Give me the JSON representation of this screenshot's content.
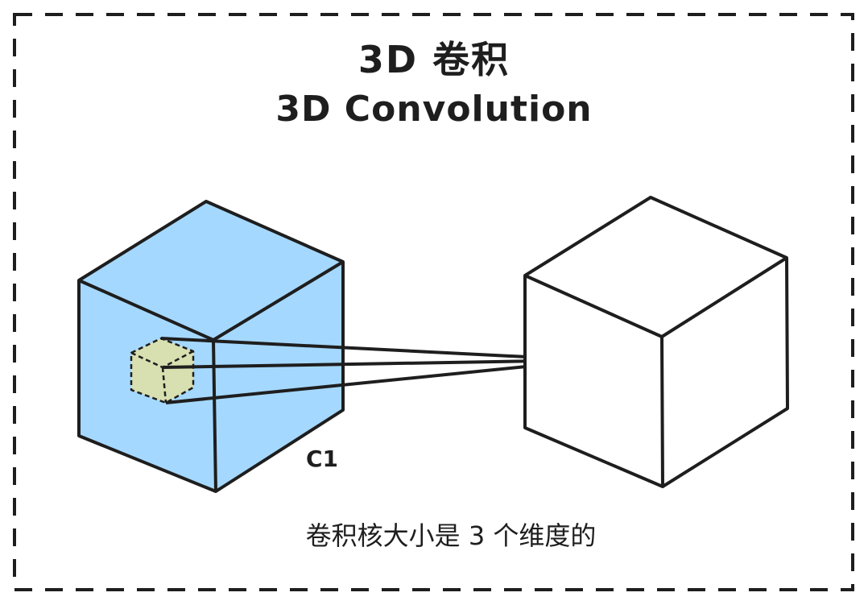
{
  "title": {
    "chinese": "3D 卷积",
    "english": "3D Convolution"
  },
  "labels": {
    "input_cube": "C1"
  },
  "caption": "卷积核大小是 3 个维度的",
  "colors": {
    "stroke": "#1e1e1e",
    "input_cube_fill": "#a5d8ff",
    "kernel_fill": "#d8dfb0",
    "frame": "#1e1e1e"
  }
}
